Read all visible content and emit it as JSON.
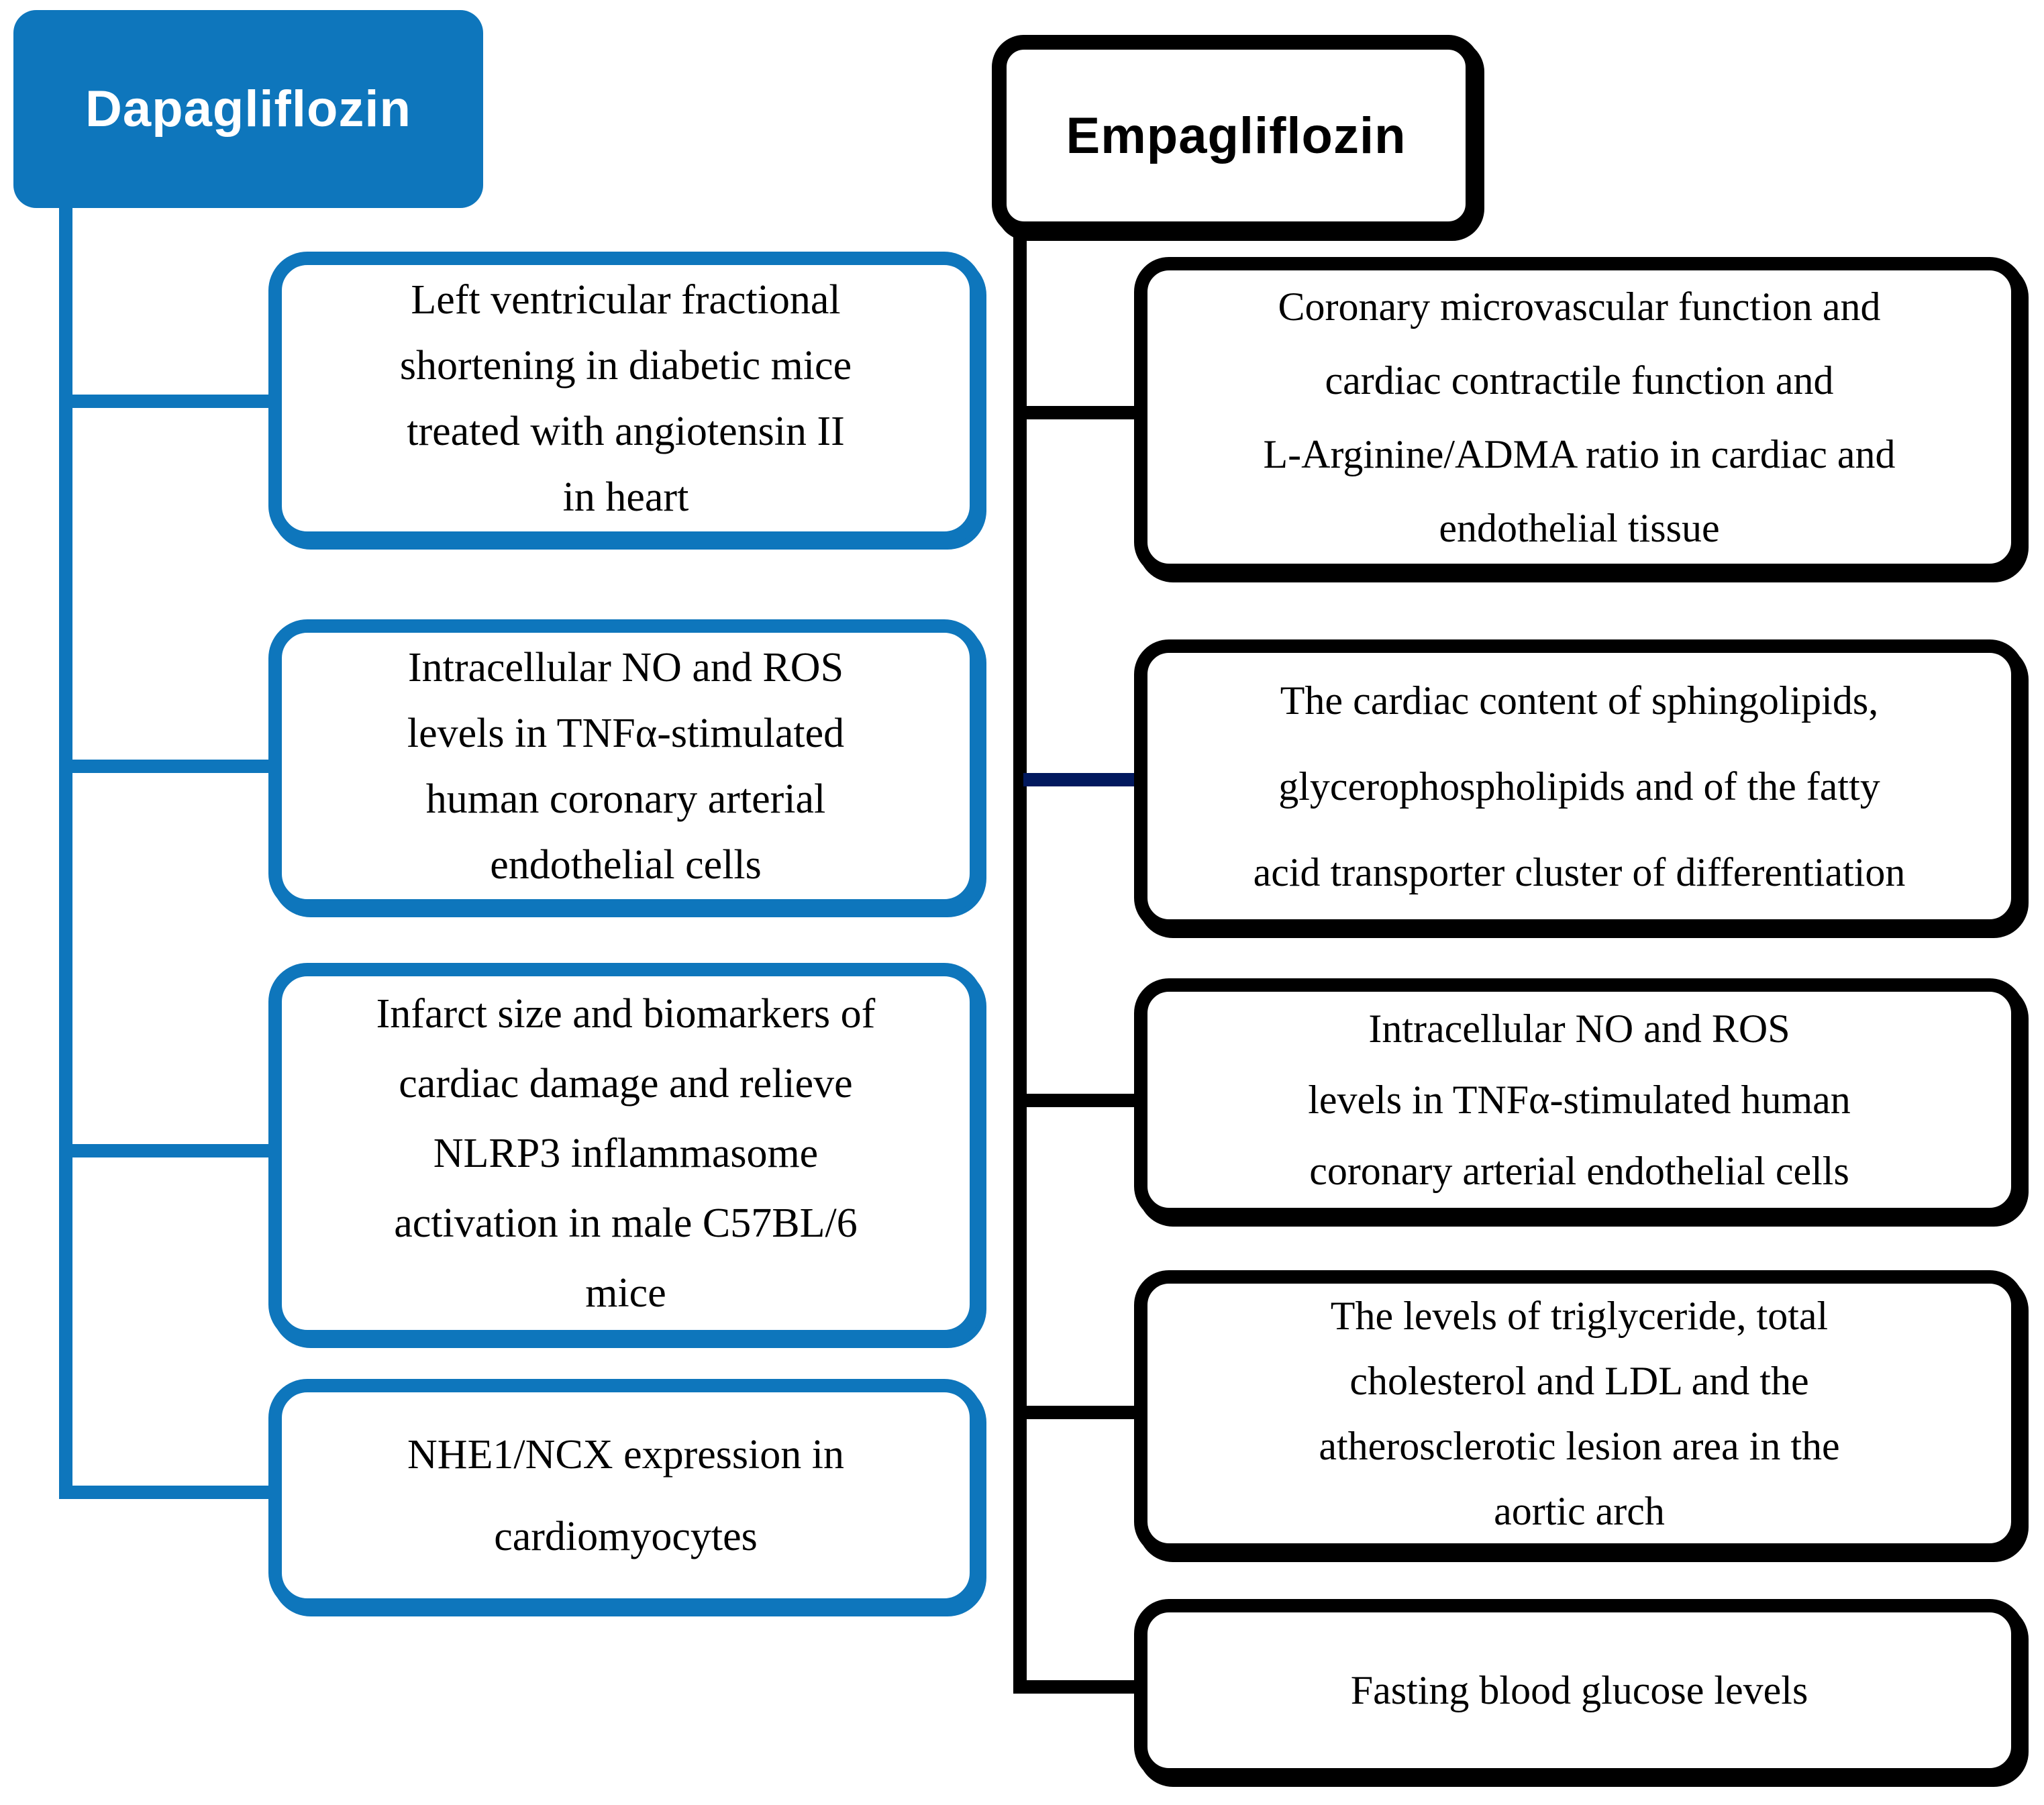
{
  "diagram": {
    "left": {
      "title": "Dapagliflozin",
      "accent_color": "#0E76BC",
      "items": [
        {
          "text": "Left ventricular fractional\nshortening in diabetic mice\ntreated with angiotensin II\nin heart"
        },
        {
          "text": "Intracellular NO and ROS\nlevels in TNFα-stimulated\nhuman coronary arterial\nendothelial cells"
        },
        {
          "text": "Infarct size and biomarkers of\ncardiac damage and relieve\nNLRP3 inflammasome\nactivation in male C57BL/6\nmice"
        },
        {
          "text": "NHE1/NCX expression in\ncardiomyocytes"
        }
      ]
    },
    "right": {
      "title": "Empagliflozin",
      "accent_color": "#000000",
      "special_connector_color": "#02195E",
      "items": [
        {
          "text": "Coronary microvascular function and\ncardiac contractile function and\nL-Arginine/ADMA ratio in cardiac and\nendothelial tissue"
        },
        {
          "text": "The cardiac content of sphingolipids,\nglycerophospholipids and of the fatty\nacid transporter cluster of differentiation"
        },
        {
          "text": "Intracellular NO and ROS\nlevels in TNFα-stimulated human\ncoronary arterial endothelial cells"
        },
        {
          "text": "The levels of triglyceride, total\ncholesterol and LDL and the\natherosclerotic lesion area in the\naortic arch"
        },
        {
          "text": "Fasting blood glucose levels"
        }
      ]
    }
  }
}
